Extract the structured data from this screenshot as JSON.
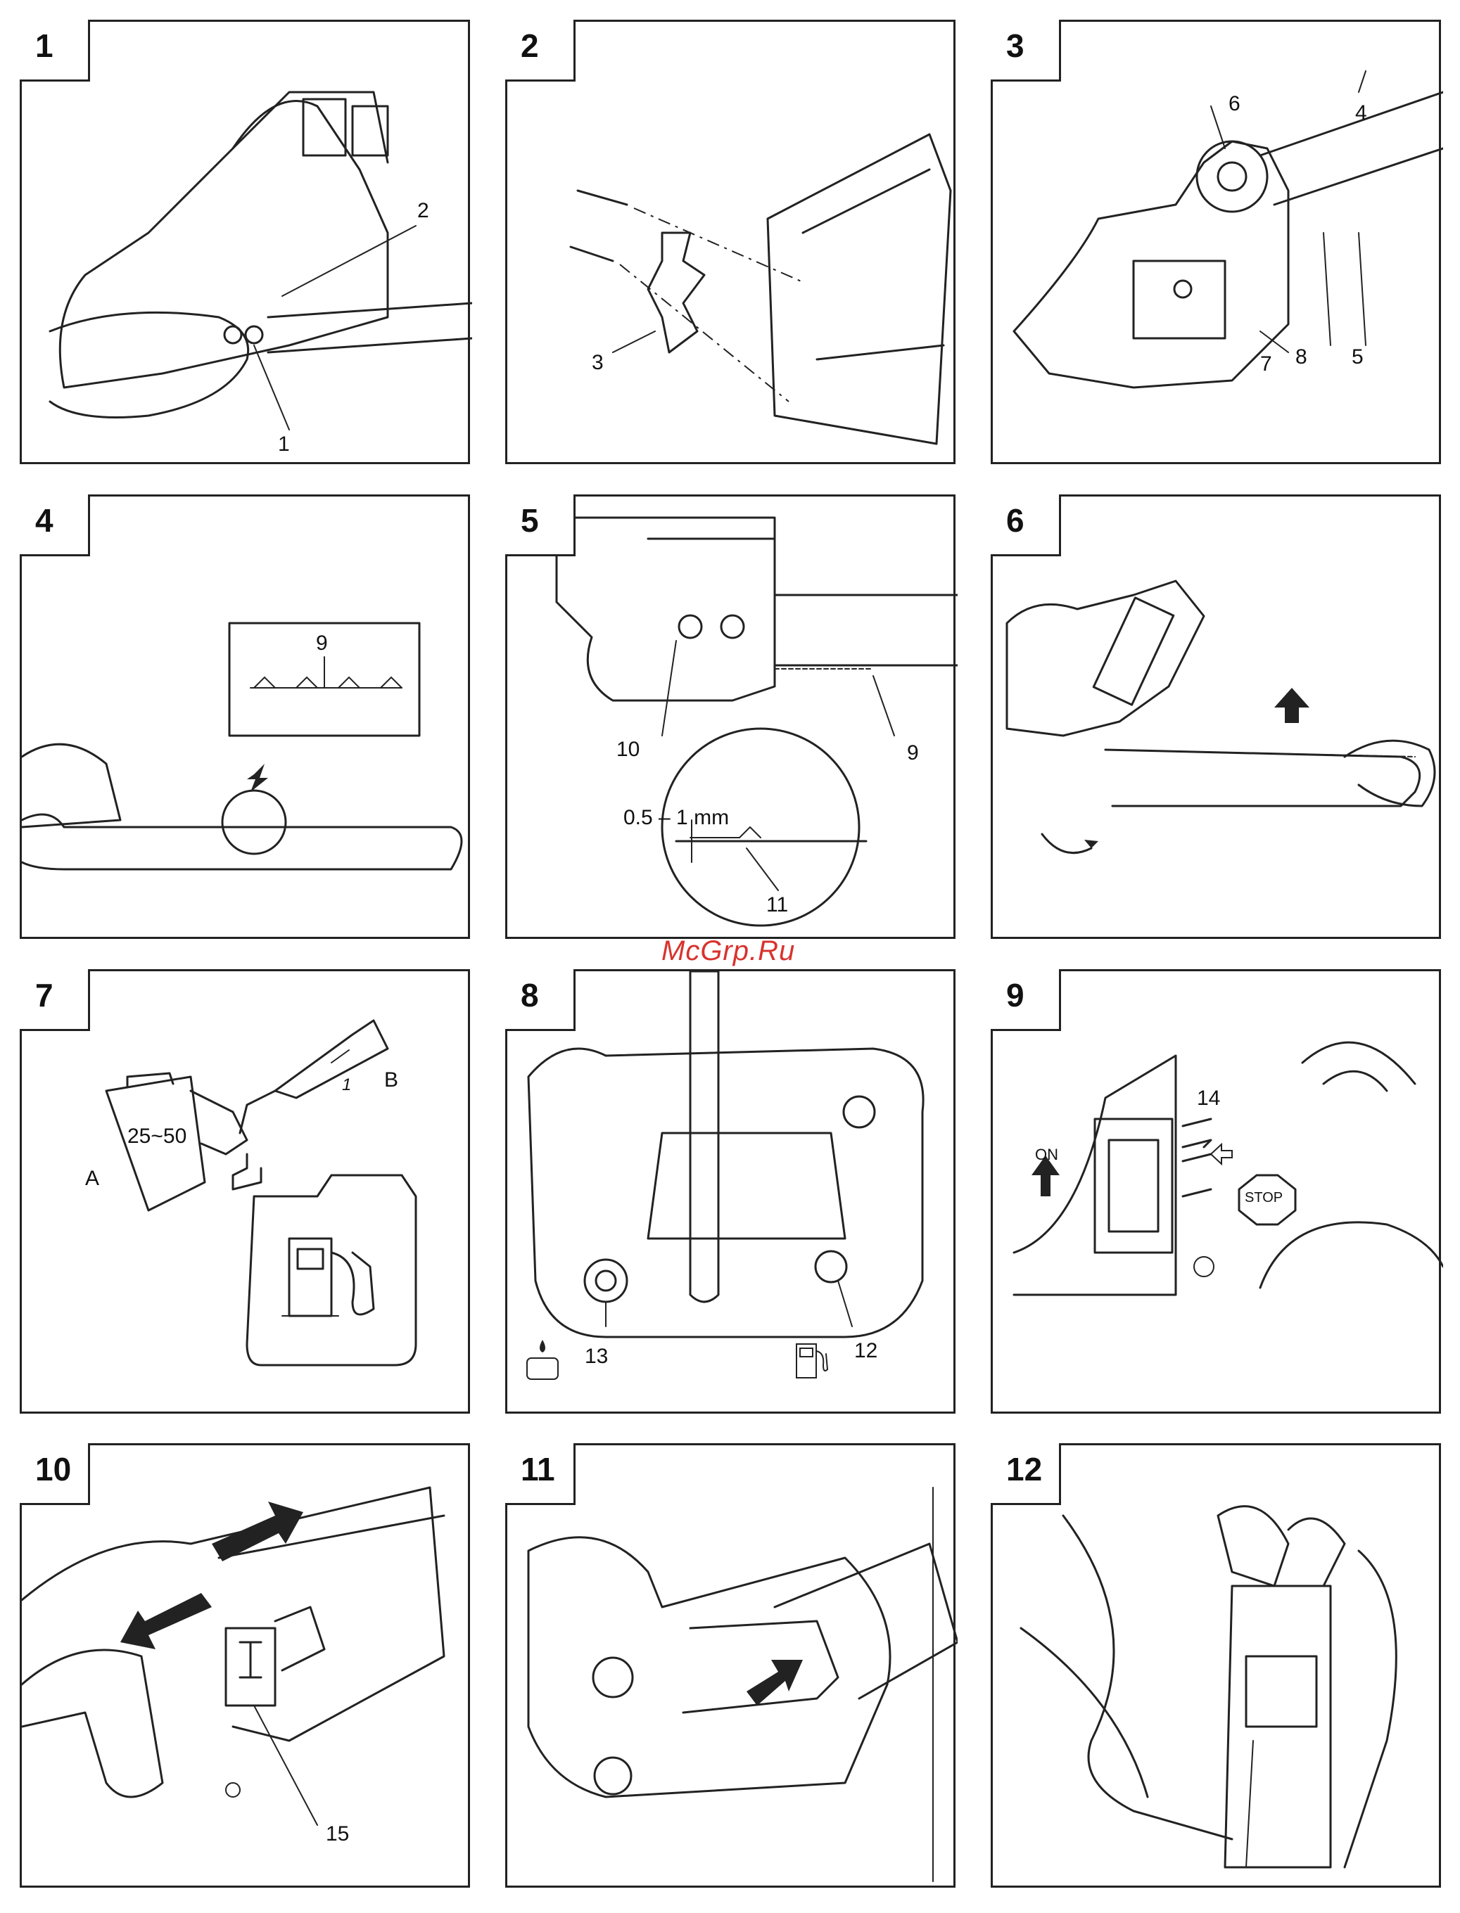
{
  "panels": [
    {
      "number": "1",
      "callouts": [
        "2",
        "1"
      ]
    },
    {
      "number": "2",
      "callouts": [
        "3"
      ]
    },
    {
      "number": "3",
      "callouts": [
        "6",
        "4",
        "7",
        "8",
        "5"
      ]
    },
    {
      "number": "4",
      "callouts": [
        "9"
      ]
    },
    {
      "number": "5",
      "callouts": [
        "10",
        "9",
        "0.5 – 1 mm",
        "11"
      ]
    },
    {
      "number": "6",
      "callouts": []
    },
    {
      "number": "7",
      "callouts": [
        "B",
        "25~50",
        "A",
        "1"
      ]
    },
    {
      "number": "8",
      "callouts": [
        "13",
        "12"
      ]
    },
    {
      "number": "9",
      "callouts": [
        "14",
        "ON",
        "STOP"
      ]
    },
    {
      "number": "10",
      "callouts": [
        "15"
      ]
    },
    {
      "number": "11",
      "callouts": []
    },
    {
      "number": "12",
      "callouts": []
    }
  ],
  "watermark": "McGrp.Ru",
  "icons": [
    "chainsaw-drawing",
    "fuel-pump-icon",
    "oil-drop-icon",
    "arrow-icon"
  ]
}
